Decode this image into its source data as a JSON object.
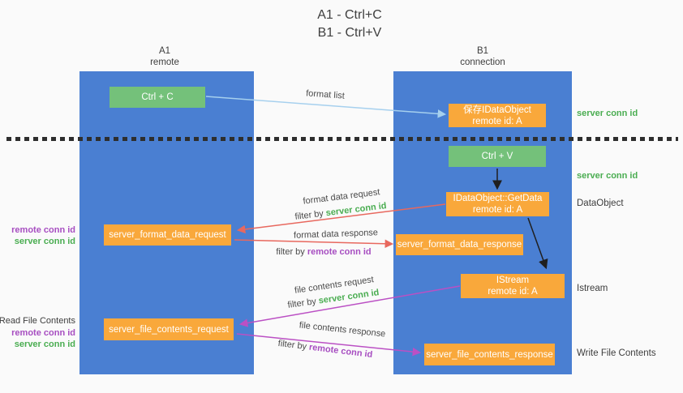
{
  "title": {
    "line1": "A1 - Ctrl+C",
    "line2": "B1 - Ctrl+V"
  },
  "columns": {
    "left": {
      "name": "A1",
      "role": "remote"
    },
    "right": {
      "name": "B1",
      "role": "connection"
    }
  },
  "nodes": {
    "ctrl_c": {
      "label": "Ctrl + C"
    },
    "save_dataobject": {
      "line1": "保存IDataObject",
      "line2": "remote id: A"
    },
    "ctrl_v": {
      "label": "Ctrl + V"
    },
    "getdata": {
      "line1": "IDataObject::GetData",
      "line2": "remote id: A"
    },
    "format_request": {
      "label": "server_format_data_request"
    },
    "format_response": {
      "label": "server_format_data_response"
    },
    "istream": {
      "line1": "IStream",
      "line2": "remote id: A"
    },
    "file_request": {
      "label": "server_file_contents_request"
    },
    "file_response": {
      "label": "server_file_contents_response"
    }
  },
  "edge_labels": {
    "format_list": "format list",
    "format_data_request": "format data request",
    "filter_server_1": {
      "prefix": "filter by",
      "id": "server conn id"
    },
    "format_data_response": "format data response",
    "filter_remote_1": {
      "prefix": "filter by",
      "id": "remote conn id"
    },
    "file_contents_request": "file contents request",
    "filter_server_2": {
      "prefix": "filter by",
      "id": "server conn id"
    },
    "file_contents_response": "file contents response",
    "filter_remote_2": {
      "prefix": "filter by",
      "id": "remote conn id"
    }
  },
  "side_labels": {
    "left": {
      "pair1": {
        "remote": "remote conn id",
        "server": "server conn id"
      },
      "read_file": "Read File Contents",
      "pair2": {
        "remote": "remote conn id",
        "server": "server conn id"
      }
    },
    "right": {
      "server_conn_1": "server conn id",
      "server_conn_2": "server conn id",
      "dataobject": "DataObject",
      "istream": "Istream",
      "write_file": "Write File Contents"
    }
  },
  "colors": {
    "column_blue": "#4a7fd2",
    "box_green": "#74c17a",
    "box_orange": "#f9a83b",
    "server_conn_green": "#4aad51",
    "remote_conn_purple": "#a74ec1",
    "arrow_light_blue": "#a6d0ee",
    "arrow_red": "#e8685e",
    "arrow_magenta": "#bb50c4",
    "arrow_black": "#1f1f1f",
    "divider_black": "#2e2e2e"
  }
}
